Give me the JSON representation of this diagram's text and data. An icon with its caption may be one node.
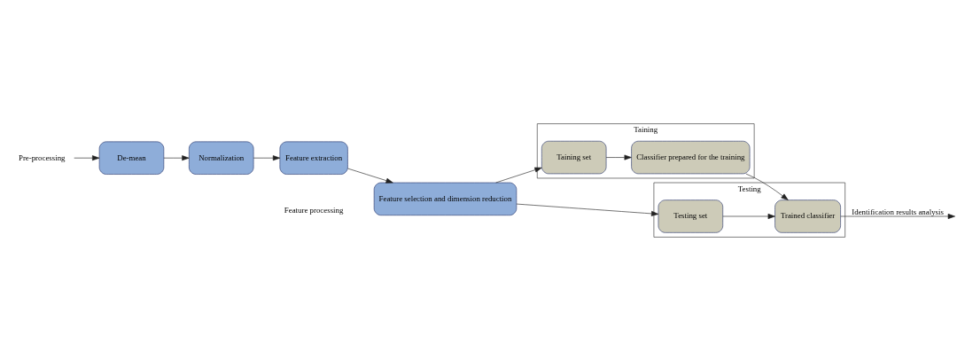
{
  "diagram": {
    "nodes": [
      {
        "text": [
          "Pre-processing"
        ]
      },
      {
        "text": [
          "De-mean"
        ]
      },
      {
        "text": [
          "Normalization"
        ]
      },
      {
        "text": [
          "Feature extraction"
        ]
      },
      {
        "text": [
          "Feature selection and dimension reduction"
        ],
        "beside": [
          "Feature processing"
        ]
      },
      {
        "text": [
          "Taining"
        ]
      },
      {
        "text": [
          "Taining set"
        ],
        "in": 5
      },
      {
        "text": [
          "Classifier prepared for the training"
        ],
        "in": 5
      },
      {
        "text": [
          "Testing"
        ]
      },
      {
        "text": [
          "Testing set"
        ],
        "in": 8
      },
      {
        "text": [
          "Trained classifier"
        ],
        "in": 8
      }
    ],
    "edges": [
      {
        "from": 0,
        "to": 1,
        "arrow": "to"
      },
      {
        "from": 1,
        "to": 2,
        "arrow": "to"
      },
      {
        "from": 2,
        "to": 3,
        "arrow": "to"
      },
      {
        "from": 3,
        "to": 4,
        "arrow": "to"
      },
      {
        "from": 4,
        "to": 6,
        "arrow": "to"
      },
      {
        "from": 4,
        "to": 9,
        "arrow": "to"
      },
      {
        "from": 6,
        "to": 7,
        "arrow": "to"
      },
      {
        "from": 7,
        "to": 10,
        "arrow": "to"
      },
      {
        "from": 9,
        "to": 10,
        "arrow": "to"
      },
      {
        "from": 10,
        "to": null,
        "arrow": "to",
        "label": "Identification results analysis"
      }
    ]
  }
}
